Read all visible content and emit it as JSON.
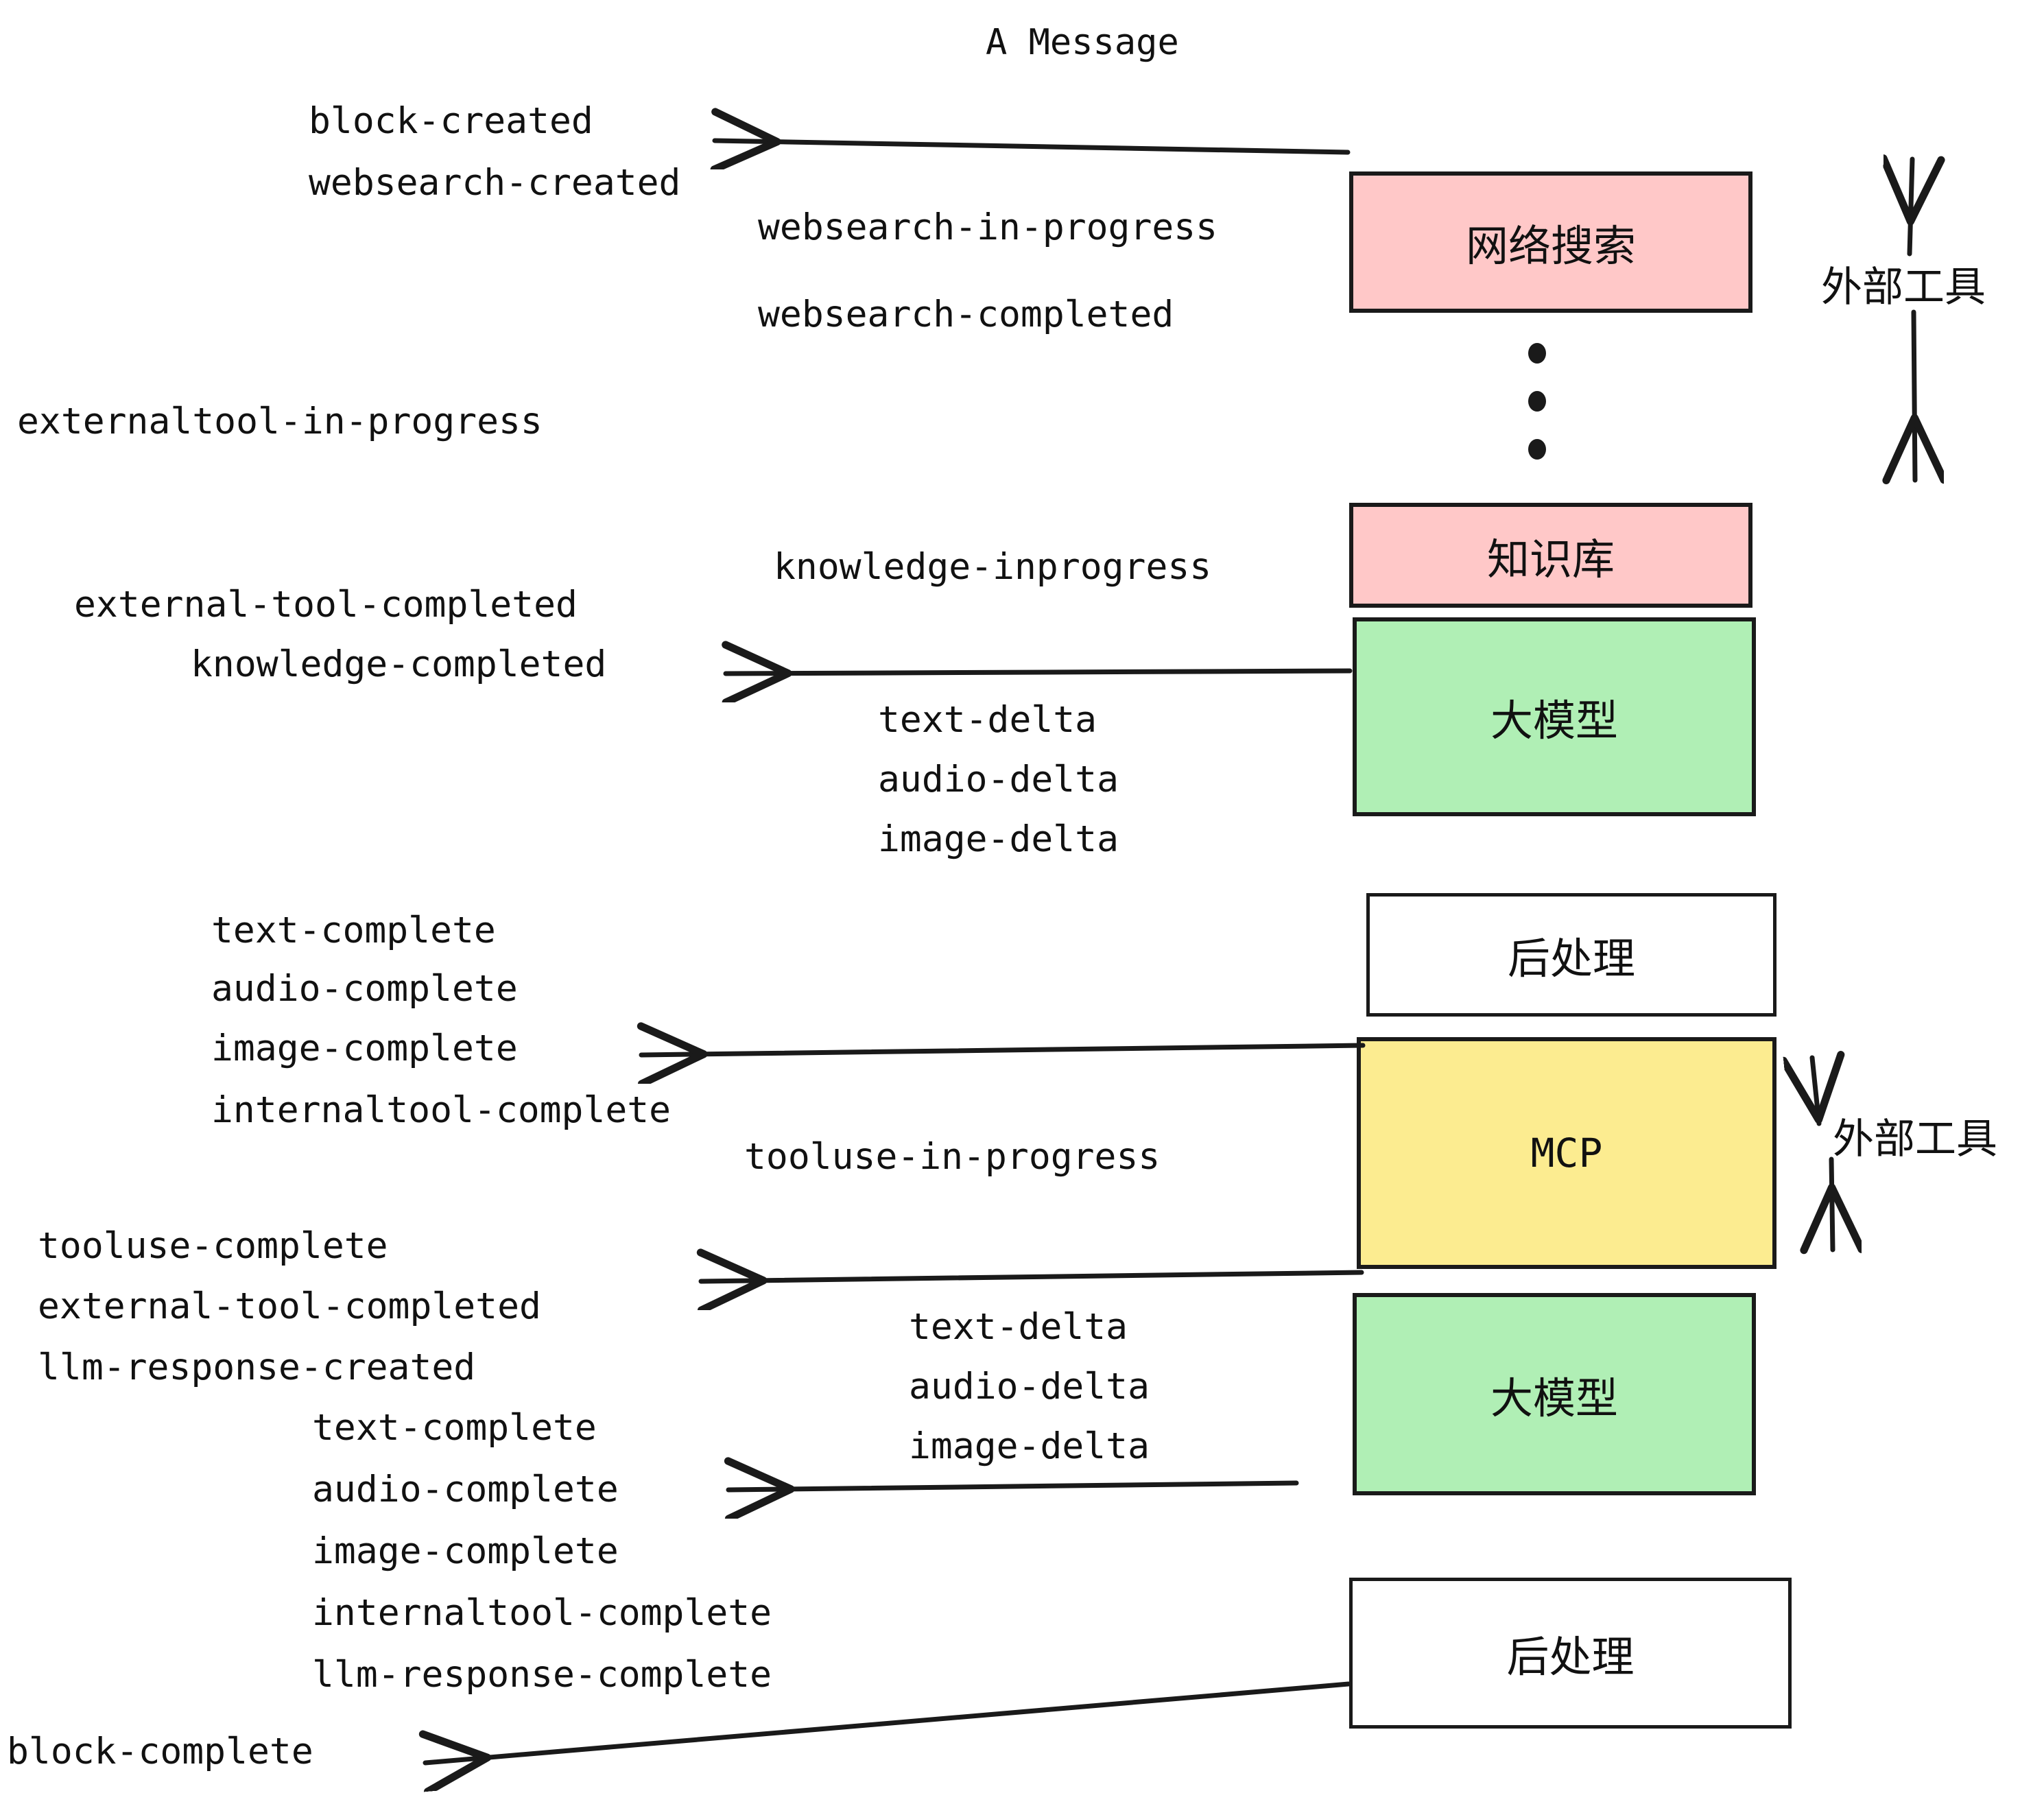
{
  "title": "A Message",
  "colors": {
    "pink": "#FFC8C8",
    "green": "#B0EFB5",
    "yellow": "#FCEC90",
    "white": "#FFFFFF",
    "stroke": "#1a1a1a",
    "text": "#111111"
  },
  "nodes": [
    {
      "id": "websearch",
      "label": "网络搜索",
      "fill": "#FFC8C8"
    },
    {
      "id": "knowledge",
      "label": "知识库",
      "fill": "#FFC8C8"
    },
    {
      "id": "llm-1",
      "label": "大模型",
      "fill": "#B0EFB5"
    },
    {
      "id": "postprocess-1",
      "label": "后处理",
      "fill": "#FFFFFF"
    },
    {
      "id": "mcp",
      "label": "MCP",
      "fill": "#FCEC90"
    },
    {
      "id": "llm-2",
      "label": "大模型",
      "fill": "#B0EFB5"
    },
    {
      "id": "postprocess-2",
      "label": "后处理",
      "fill": "#FFFFFF"
    }
  ],
  "side_labels": [
    {
      "id": "external-tools-top",
      "label": "外部工具"
    },
    {
      "id": "external-tools-bottom",
      "label": "外部工具"
    }
  ],
  "events": [
    {
      "id": "block-created",
      "label": "block-created"
    },
    {
      "id": "websearch-created",
      "label": "websearch-created"
    },
    {
      "id": "websearch-in-progress",
      "label": "websearch-in-progress"
    },
    {
      "id": "websearch-completed",
      "label": "websearch-completed"
    },
    {
      "id": "externaltool-in-progress",
      "label": "externaltool-in-progress"
    },
    {
      "id": "knowledge-inprogress",
      "label": "knowledge-inprogress"
    },
    {
      "id": "external-tool-completed-1",
      "label": "external-tool-completed"
    },
    {
      "id": "knowledge-completed",
      "label": "knowledge-completed"
    },
    {
      "id": "text-delta-1",
      "label": "text-delta"
    },
    {
      "id": "audio-delta-1",
      "label": "audio-delta"
    },
    {
      "id": "image-delta-1",
      "label": "image-delta"
    },
    {
      "id": "text-complete-1",
      "label": "text-complete"
    },
    {
      "id": "audio-complete-1",
      "label": "audio-complete"
    },
    {
      "id": "image-complete-1",
      "label": "image-complete"
    },
    {
      "id": "internaltool-complete-1",
      "label": "internaltool-complete"
    },
    {
      "id": "tooluse-in-progress",
      "label": "tooluse-in-progress"
    },
    {
      "id": "tooluse-complete",
      "label": "tooluse-complete"
    },
    {
      "id": "external-tool-completed-2",
      "label": "external-tool-completed"
    },
    {
      "id": "llm-response-created",
      "label": "llm-response-created"
    },
    {
      "id": "text-delta-2",
      "label": "text-delta"
    },
    {
      "id": "audio-delta-2",
      "label": "audio-delta"
    },
    {
      "id": "image-delta-2",
      "label": "image-delta"
    },
    {
      "id": "text-complete-2",
      "label": "text-complete"
    },
    {
      "id": "audio-complete-2",
      "label": "audio-complete"
    },
    {
      "id": "image-complete-2",
      "label": "image-complete"
    },
    {
      "id": "internaltool-complete-2",
      "label": "internaltool-complete"
    },
    {
      "id": "llm-response-complete",
      "label": "llm-response-complete"
    },
    {
      "id": "block-complete",
      "label": "block-complete"
    }
  ]
}
